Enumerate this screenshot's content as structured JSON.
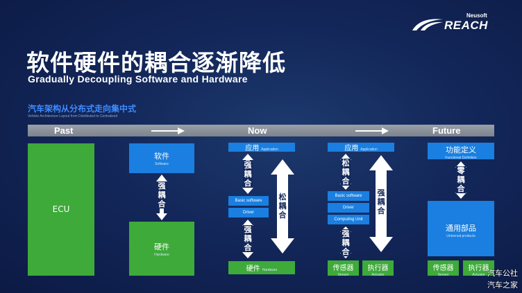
{
  "logo": {
    "small": "Neusoft",
    "main": "REACH"
  },
  "title_cn": "软件硬件的耦合逐渐降低",
  "title_en": "Gradually Decoupling Software and Hardware",
  "section_cn": "汽车架构从分布式走向集中式",
  "section_en": "Vehicle Architecture Layout from Distributed to Centralized",
  "timeline": {
    "past": "Past",
    "now": "Now",
    "future": "Future"
  },
  "past": {
    "ecu": "ECU",
    "software_cn": "软件",
    "software_en": "Software",
    "coupling_chars": [
      "强",
      "耦",
      "合"
    ],
    "hardware_cn": "硬件",
    "hardware_en": "Hardware"
  },
  "now1": {
    "app_cn": "应用",
    "app_en": "Application",
    "upper_chars": [
      "强",
      "耦",
      "合"
    ],
    "basic_sw": "Basic software",
    "driver": "Driver",
    "lower_chars": [
      "强",
      "耦",
      "合"
    ],
    "hw_cn": "硬件",
    "hw_en": "Hardware",
    "side_chars": [
      "松",
      "耦",
      "合"
    ]
  },
  "now2": {
    "app_cn": "应用",
    "app_en": "Application",
    "upper_chars": [
      "松",
      "耦",
      "合"
    ],
    "basic_sw": "Basic software",
    "driver": "Driver",
    "computing": "Computing  Unit",
    "lower_chars": [
      "强",
      "耦",
      "合"
    ],
    "sensor_cn": "传感器",
    "sensor_en": "Sensor",
    "actuator_cn": "执行器",
    "actuator_en": "Actuator",
    "side_chars": [
      "强",
      "耦",
      "合"
    ]
  },
  "future": {
    "func_cn": "功能定义",
    "func_en": "Functional Definition",
    "zero_chars": [
      "零",
      "耦",
      "合"
    ],
    "universal_cn": "通用部品",
    "universal_en": "Universal products",
    "sensor_cn": "传感器",
    "sensor_en": "Sensor",
    "actuator_cn": "执行器",
    "actuator_en": "Actuator"
  },
  "watermark": {
    "line1": "汽车公社",
    "line2": "汽车之家"
  },
  "colors": {
    "green": "#3eaa3a",
    "blue": "#1a7fe0",
    "accent": "#3f8cff"
  }
}
